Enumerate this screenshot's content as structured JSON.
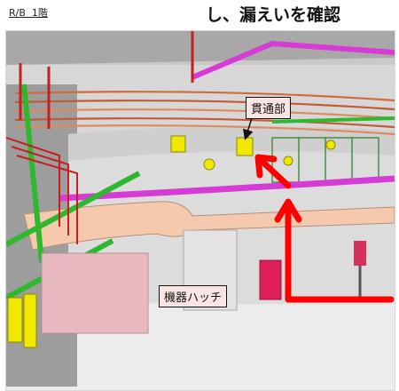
{
  "header": {
    "page_label": "R/B  1階",
    "title": "し、漏えいを確認"
  },
  "scene": {
    "callouts": {
      "penetration": "貫通部",
      "equipment_hatch": "機器ハッチ"
    }
  },
  "colors": {
    "route_arrow": "#ff0000",
    "pipe_magenta": "#d63bd6",
    "pipe_green": "#2db82d",
    "pipe_red": "#c81e1e",
    "duct": "#f4c9ae",
    "valve_yellow": "#f0e800",
    "callout_fill": "#fbe4e4"
  }
}
